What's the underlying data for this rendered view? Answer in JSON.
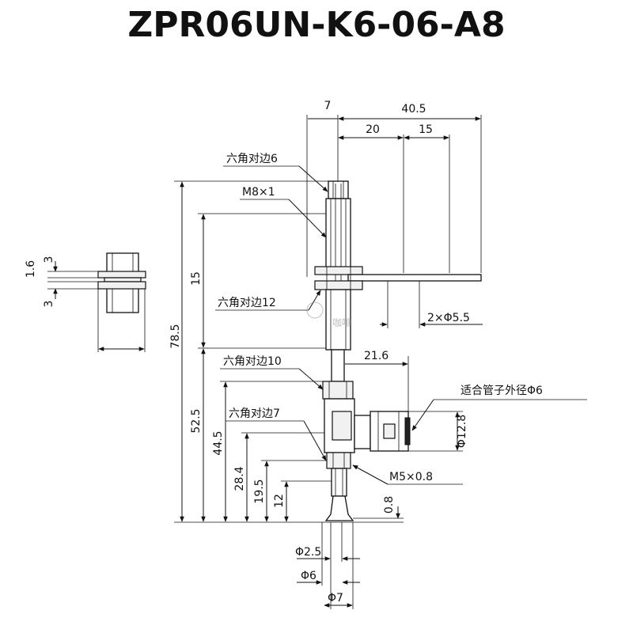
{
  "title": "ZPR06UN-K6-06-A8",
  "watermark": "咖啡",
  "dimensions": {
    "top_7": "7",
    "top_40_5": "40.5",
    "top_20": "20",
    "top_15": "15",
    "hole": "2×Φ5.5",
    "side_21_6": "21.6",
    "v_78_5": "78.5",
    "v_15": "15",
    "v_52_5": "52.5",
    "v_44_5": "44.5",
    "v_28_4": "28.4",
    "v_19_5": "19.5",
    "v_12": "12",
    "v_0_8": "0.8",
    "phi_12_8": "Φ12.8",
    "phi_2_5": "Φ2.5",
    "phi_6": "Φ6",
    "phi_7": "Φ7",
    "thread_m5": "M5×0.8",
    "side_1_6": "1.6",
    "side_3a": "3",
    "side_3b": "3"
  },
  "labels": {
    "hex6": "六角对边6",
    "m8": "M8×1",
    "hex12": "六角对边12",
    "hex10": "六角对边10",
    "hex7": "六角对边7",
    "tube": "适合管子外径Φ6"
  }
}
